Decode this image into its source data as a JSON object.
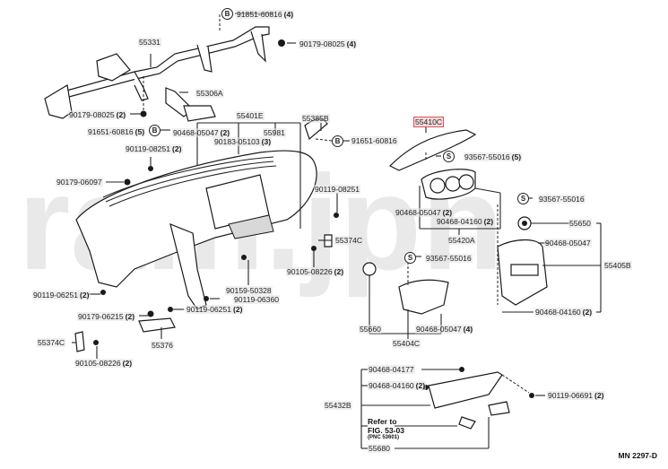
{
  "watermark": "ram.jpn",
  "diagram_ref": "MN 2297-D",
  "highlighted_part": "55410C",
  "callouts": {
    "c_91851_60816": {
      "part": "91851-60816",
      "qty": "(4)",
      "symbol": "B"
    },
    "c_90179_08025_4": {
      "part": "90179-08025",
      "qty": "(4)"
    },
    "c_55331": {
      "part": "55331"
    },
    "c_55306A": {
      "part": "55306A"
    },
    "c_90179_08025_2": {
      "part": "90179-08025",
      "qty": "(2)"
    },
    "c_91651_60816_5": {
      "part": "91651-60816",
      "qty": "(5)",
      "symbol": "B"
    },
    "c_90468_05047_2a": {
      "part": "90468-05047",
      "qty": "(2)"
    },
    "c_55401E": {
      "part": "55401E"
    },
    "c_55981": {
      "part": "55981"
    },
    "c_90183_05103": {
      "part": "90183-05103",
      "qty": "(3)"
    },
    "c_55385B": {
      "part": "55385B"
    },
    "c_91651_60816": {
      "part": "91651-60816",
      "symbol": "B"
    },
    "c_90119_08251_2": {
      "part": "90119-08251",
      "qty": "(2)"
    },
    "c_90179_06097": {
      "part": "90179-06097"
    },
    "c_90119_08251": {
      "part": "90119-08251"
    },
    "c_55374C_a": {
      "part": "55374C"
    },
    "c_90105_08226_a": {
      "part": "90105-08226",
      "qty": "(2)"
    },
    "c_90119_06251_2a": {
      "part": "90119-06251",
      "qty": "(2)"
    },
    "c_90159_50328": {
      "part": "90159-50328"
    },
    "c_90119_06360": {
      "part": "90119-06360"
    },
    "c_90179_06215": {
      "part": "90179-06215",
      "qty": "(2)"
    },
    "c_90119_06251_2b": {
      "part": "90119-06251",
      "qty": "(2)"
    },
    "c_55374C_b": {
      "part": "55374C"
    },
    "c_55376": {
      "part": "55376"
    },
    "c_90105_08226_b": {
      "part": "90105-08226",
      "qty": "(2)"
    },
    "c_55410C": {
      "part": "55410C"
    },
    "c_93567_55016_5": {
      "part": "93567-55016",
      "qty": "(5)",
      "symbol": "S"
    },
    "c_93567_55016_a": {
      "part": "93567-55016",
      "symbol": "S"
    },
    "c_90468_05047_2b": {
      "part": "90468-05047",
      "qty": "(2)"
    },
    "c_90468_04160_2a": {
      "part": "90468-04160",
      "qty": "(2)"
    },
    "c_55420A": {
      "part": "55420A"
    },
    "c_55650": {
      "part": "55650"
    },
    "c_90468_05047": {
      "part": "90468-05047"
    },
    "c_93567_55016_b": {
      "part": "93567-55016",
      "symbol": "S"
    },
    "c_55405B": {
      "part": "55405B"
    },
    "c_90468_04160_2b": {
      "part": "90468-04160",
      "qty": "(2)"
    },
    "c_55660": {
      "part": "55660"
    },
    "c_90468_05047_4": {
      "part": "90468-05047",
      "qty": "(4)"
    },
    "c_55404C": {
      "part": "55404C"
    },
    "c_90468_04177": {
      "part": "90468-04177"
    },
    "c_90468_04160_2c": {
      "part": "90468-04160",
      "qty": "(2)"
    },
    "c_55432B": {
      "part": "55432B"
    },
    "c_90119_06691": {
      "part": "90119-06691",
      "qty": "(2)"
    },
    "c_55680": {
      "part": "55680"
    }
  },
  "refer_note": {
    "line1": "Refer to",
    "line2": "FIG. 53-03",
    "line3": "(PNC 53601)"
  }
}
